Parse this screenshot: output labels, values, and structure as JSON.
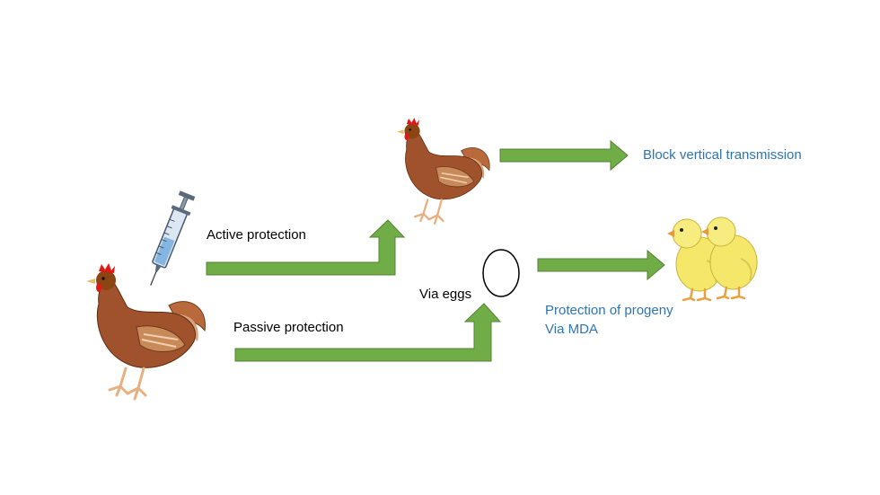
{
  "labels": {
    "active_protection": "Active protection",
    "passive_protection": "Passive protection",
    "via_eggs": "Via eggs",
    "block_vertical_transmission": "Block vertical transmission",
    "protection_of_progeny": "Protection of progeny",
    "via_mda": "Via MDA"
  },
  "colors": {
    "arrow_fill": "#70ad47",
    "arrow_stroke": "#548235",
    "outcome_text": "#2e74b5",
    "hen_body": "#a0522d",
    "chick_body": "#f5e76a"
  },
  "icons": [
    "syringe-icon",
    "hen-icon",
    "egg-icon",
    "chick-icon"
  ]
}
